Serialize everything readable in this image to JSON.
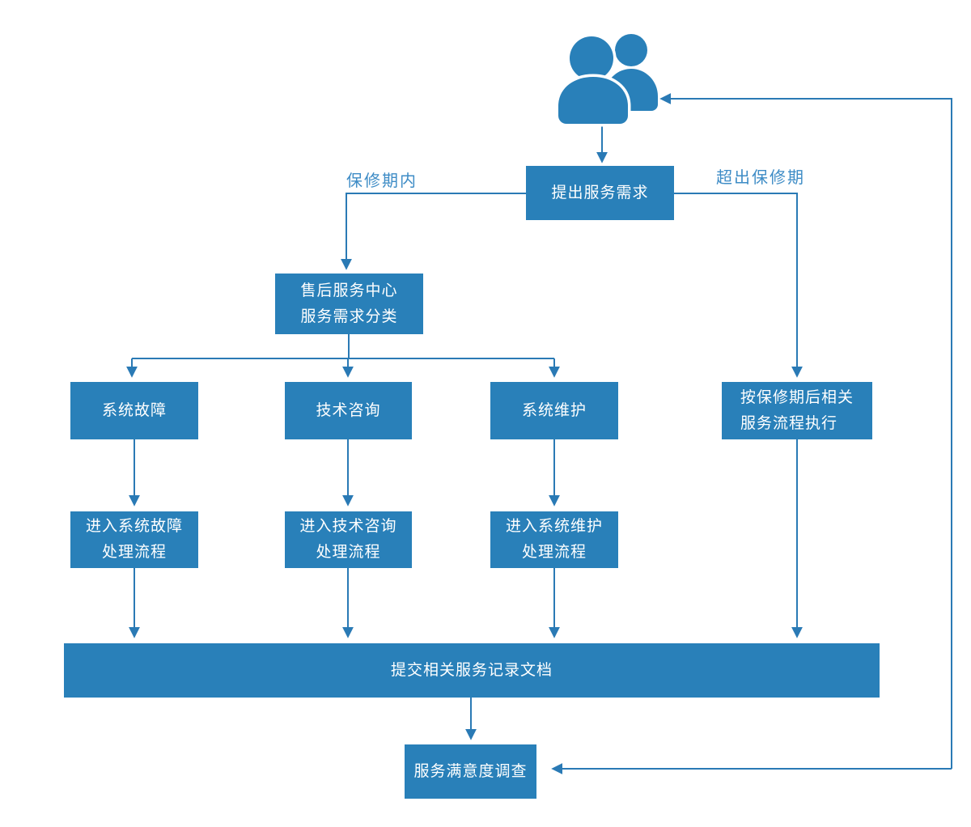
{
  "colors": {
    "node_fill": "#2980b9",
    "node_text": "#ffffff",
    "connector": "#2a7ab5",
    "edge_label_text": "#3e8cc6",
    "canvas_background": "#ffffff"
  },
  "icon": {
    "name": "users-icon"
  },
  "nodes": {
    "request": {
      "label": "提出服务需求"
    },
    "center": {
      "label": "售后服务中心\n服务需求分类"
    },
    "fault": {
      "label": "系统故障"
    },
    "consult": {
      "label": "技术咨询"
    },
    "maintain": {
      "label": "系统维护"
    },
    "after_warranty": {
      "label": "按保修期后相关\n服务流程执行"
    },
    "fault_flow": {
      "label": "进入系统故障\n处理流程"
    },
    "consult_flow": {
      "label": "进入技术咨询\n处理流程"
    },
    "maintain_flow": {
      "label": "进入系统维护\n处理流程"
    },
    "submit_docs": {
      "label": "提交相关服务记录文档"
    },
    "survey": {
      "label": "服务满意度调查"
    }
  },
  "edges": [
    {
      "from": "users-icon",
      "to": "request"
    },
    {
      "from": "request",
      "to": "center",
      "label": "保修期内"
    },
    {
      "from": "request",
      "to": "after_warranty",
      "label": "超出保修期"
    },
    {
      "from": "center",
      "to": "fault"
    },
    {
      "from": "center",
      "to": "consult"
    },
    {
      "from": "center",
      "to": "maintain"
    },
    {
      "from": "fault",
      "to": "fault_flow"
    },
    {
      "from": "consult",
      "to": "consult_flow"
    },
    {
      "from": "maintain",
      "to": "maintain_flow"
    },
    {
      "from": "fault_flow",
      "to": "submit_docs"
    },
    {
      "from": "consult_flow",
      "to": "submit_docs"
    },
    {
      "from": "maintain_flow",
      "to": "submit_docs"
    },
    {
      "from": "after_warranty",
      "to": "submit_docs"
    },
    {
      "from": "submit_docs",
      "to": "survey"
    },
    {
      "from": "survey",
      "to": "users-icon",
      "double_arrow": true
    }
  ]
}
